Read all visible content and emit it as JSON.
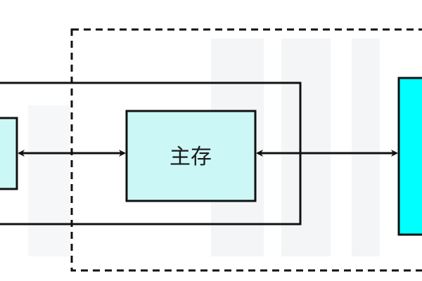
{
  "diagram": {
    "nodes": [
      {
        "id": "left-box",
        "label": ""
      },
      {
        "id": "main-memory",
        "label": "主存"
      },
      {
        "id": "right-box",
        "label": ""
      }
    ],
    "edges": [
      {
        "from": "left-box",
        "to": "main-memory",
        "direction": "both"
      },
      {
        "from": "main-memory",
        "to": "right-box",
        "direction": "both"
      }
    ],
    "groups": [
      {
        "id": "inner-group",
        "style": "solid"
      },
      {
        "id": "outer-group",
        "style": "dashed"
      }
    ]
  },
  "colors": {
    "box_fill": "#ccf7f7",
    "right_box_fill": "#00ffff",
    "stroke": "#111111",
    "background": "#ffffff",
    "watermark": "#f1f3f5"
  }
}
